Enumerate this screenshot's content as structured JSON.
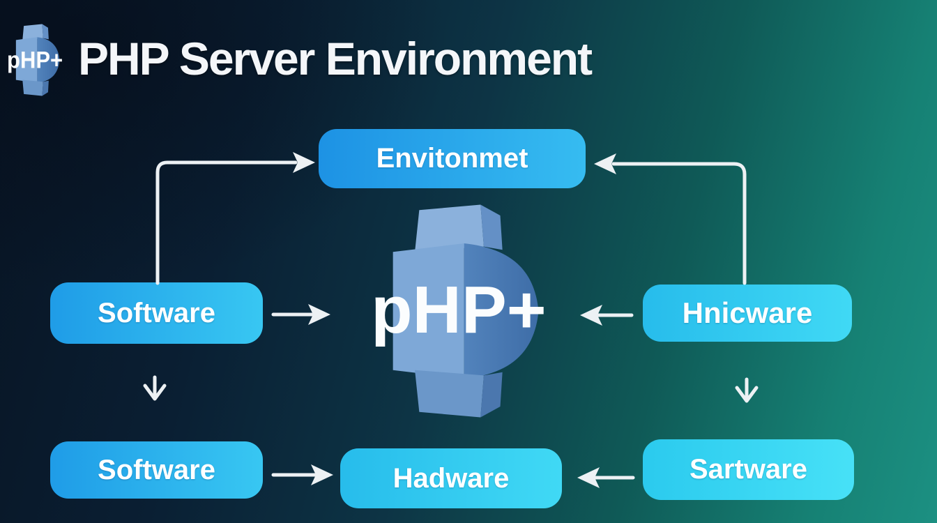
{
  "header": {
    "title": "PHP Server Environment",
    "logo_text": "pHP+"
  },
  "diagram": {
    "center_cube_label": "pHP+",
    "nodes": {
      "top": "Envitonmet",
      "mid_left": "Software",
      "mid_right": "Hnicware",
      "bottom_left": "Software",
      "bottom_center": "Hadware",
      "bottom_right": "Sartware"
    },
    "icons": {
      "cube": "php-cube-icon",
      "arrows": [
        "elbow-arrow-left-to-top",
        "elbow-arrow-right-to-top",
        "arrow-software-to-cube",
        "arrow-hardware-to-cube",
        "arrow-software-to-hadware",
        "arrow-sartware-to-hadware",
        "down-arrow-left",
        "down-arrow-right"
      ]
    }
  },
  "colors": {
    "node_blue": "#1d92e4",
    "node_cyan": "#2bcaee",
    "arrow": "#edf1f4",
    "background_dark": "#081423",
    "background_teal": "#1c9082",
    "cube_light": "#7ea8d7",
    "cube_dark": "#3e6da7",
    "title_text": "#f4f6f9"
  }
}
